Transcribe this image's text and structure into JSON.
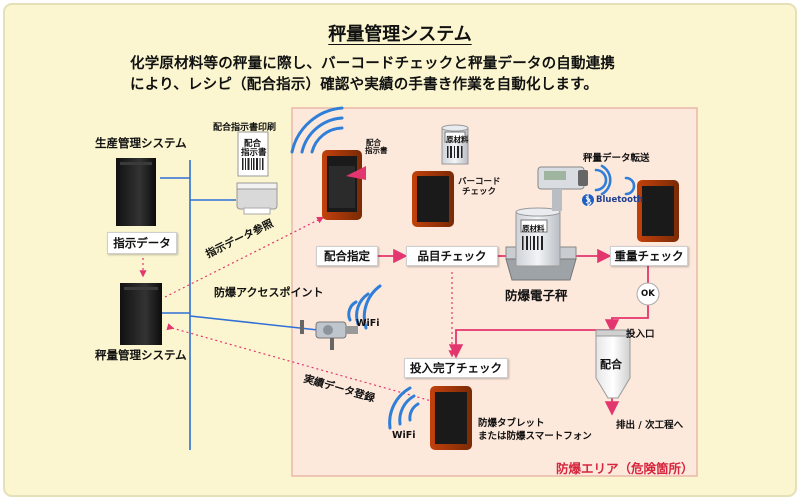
{
  "title": "秤量管理システム",
  "subtitle_lines": [
    "化学原材料等の秤量に際し、バーコードチェックと秤量データの自動連携",
    "により、レシピ（配合指示）確認や実績の手書き作業を自動化します。"
  ],
  "labels": {
    "production_system": "生産管理システム",
    "instruction_data": "指示データ",
    "weighing_system": "秤量管理システム",
    "print_instruction": "配合指示書印刷",
    "sheet_header": "配合",
    "sheet_header2": "指示書",
    "instruction_ref": "指示データ参照",
    "access_point": "防爆アクセスポイント",
    "wifi_ap": "WiFi",
    "record_register": "実績データ登録",
    "raw_material": "原材料",
    "barcode_check": "バーコード",
    "barcode_check2": "チェック",
    "data_transfer": "秤量データ転送",
    "bluetooth": "Bluetooth",
    "blend_instruction": "配合指定",
    "item_check": "品目チェック",
    "weight_check": "重量チェック",
    "scale": "防爆電子秤",
    "ok": "OK",
    "inlet": "投入口",
    "blend": "配合",
    "next_process": "排出 / 次工程へ",
    "input_done": "投入完了チェック",
    "tablet": "防爆タブレット",
    "tablet2": "または防爆スマートフォン",
    "wifi_tablet": "WiFi",
    "hazard_area": "防爆エリア（危険箇所）"
  },
  "colors": {
    "background": "#fbf6cf",
    "area_fill": "#fde8dc",
    "area_border": "#e9b8a8",
    "arrow_red": "#e3356e",
    "line_blue": "#2f6fd6",
    "wifi_blue": "#2f7fd8"
  },
  "icons": [
    "server-icon",
    "printer-icon",
    "tablet-icon",
    "wifi-icon",
    "scale-icon",
    "barrel-icon",
    "hopper-icon",
    "access-point-icon",
    "bluetooth-icon"
  ]
}
